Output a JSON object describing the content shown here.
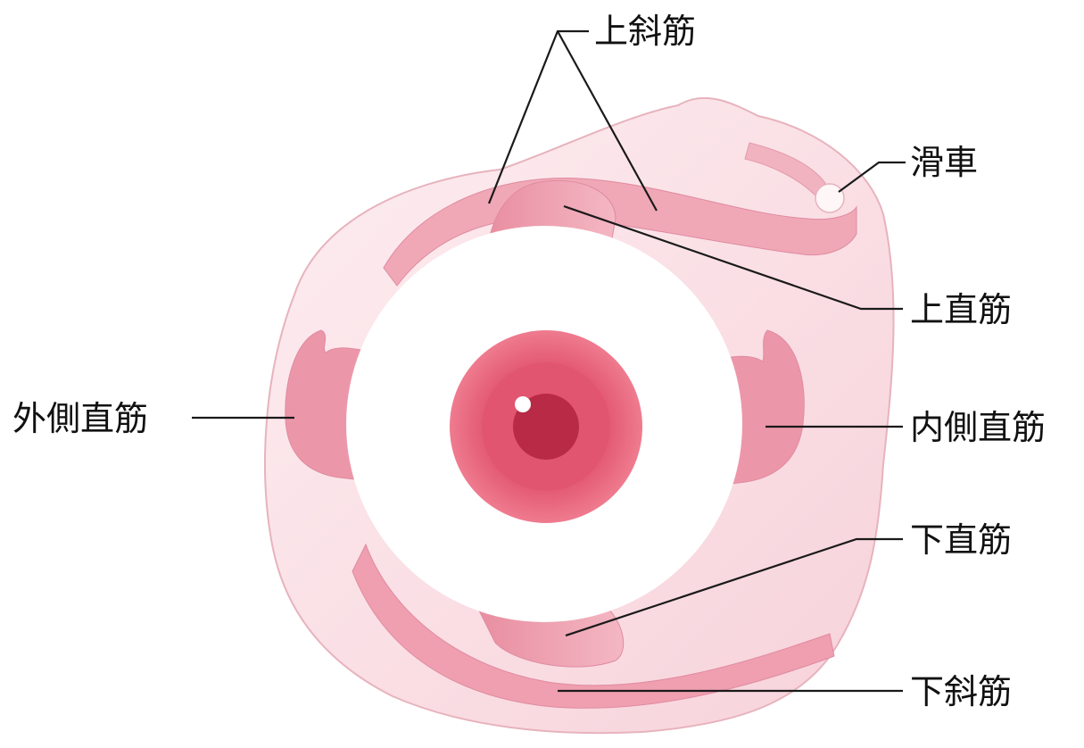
{
  "labels": {
    "superior_oblique": "上斜筋",
    "trochlea": "滑車",
    "superior_rectus": "上直筋",
    "lateral_rectus": "外側直筋",
    "medial_rectus": "内側直筋",
    "inferior_rectus": "下直筋",
    "inferior_oblique": "下斜筋"
  },
  "colors": {
    "orbit_fill": "#fbe4e8",
    "orbit_outline": "#e7b3bd",
    "muscle": "#eea3b2",
    "muscle_dark": "#e0899c",
    "sclera": "#ffffff",
    "iris_outer": "#ec6f84",
    "iris_inner": "#d8405d",
    "pupil": "#b62843",
    "leader_line": "#1a1a1a",
    "text": "#111111"
  }
}
